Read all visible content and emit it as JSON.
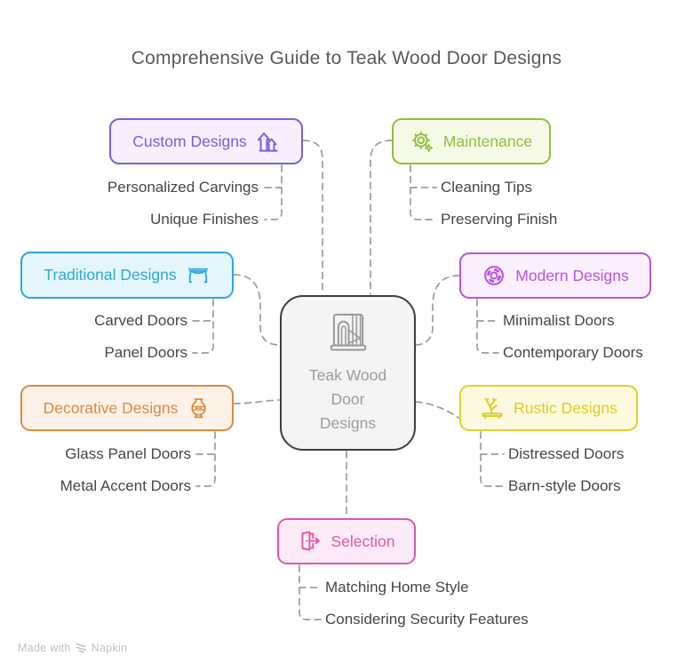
{
  "title": "Comprehensive Guide to Teak Wood Door Designs",
  "center": {
    "label": "Teak Wood Door Designs",
    "line1": "Teak Wood",
    "line2": "Door",
    "line3": "Designs"
  },
  "branches": {
    "custom": {
      "label": "Custom Designs",
      "color": "#7E5BE0",
      "bg": "#F4F0FD",
      "icon": "growth-arrows-icon",
      "items": [
        "Personalized Carvings",
        "Unique Finishes"
      ]
    },
    "maintenance": {
      "label": "Maintenance",
      "color": "#8FBF3E",
      "bg": "#F5FAE6",
      "icon": "gear-sparkle-icon",
      "items": [
        "Cleaning Tips",
        "Preserving Finish"
      ]
    },
    "traditional": {
      "label": "Traditional Designs",
      "color": "#2CA8DC",
      "bg": "#E5F5FC",
      "icon": "antique-table-icon",
      "items": [
        "Carved Doors",
        "Panel Doors"
      ]
    },
    "modern": {
      "label": "Modern Designs",
      "color": "#B455DE",
      "bg": "#FAEFFC",
      "icon": "segmented-wheel-icon",
      "items": [
        "Minimalist Doors",
        "Contemporary Doors"
      ]
    },
    "decorative": {
      "label": "Decorative Designs",
      "color": "#DD8A41",
      "bg": "#FDF2E7",
      "icon": "ornamental-vase-icon",
      "items": [
        "Glass Panel Doors",
        "Metal Accent Doors"
      ]
    },
    "rustic": {
      "label": "Rustic Designs",
      "color": "#E3CF2A",
      "bg": "#FCF9DE",
      "icon": "bonsai-bench-icon",
      "items": [
        "Distressed Doors",
        "Barn-style Doors"
      ]
    },
    "selection": {
      "label": "Selection",
      "color": "#E156A8",
      "bg": "#FCEBF6",
      "icon": "open-door-arrow-icon",
      "items": [
        "Matching Home Style",
        "Considering Security Features"
      ]
    }
  },
  "watermark": {
    "text": "Made with",
    "brand": "Napkin"
  },
  "colors": {
    "connector": "#9B9B9B",
    "sub_item_text": "#454545",
    "title_text": "#595959",
    "center_border": "#3E3E3E",
    "center_bg": "#F4F4F4",
    "center_text": "#9C9C9C"
  }
}
